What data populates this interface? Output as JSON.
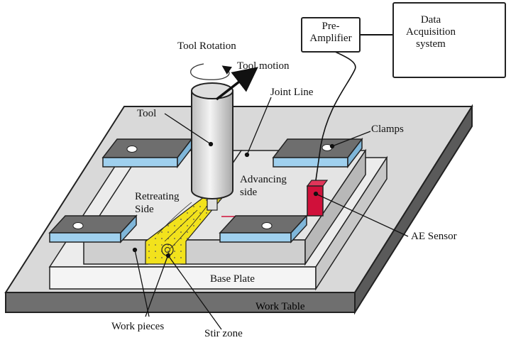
{
  "labels": {
    "tool_rotation": "Tool Rotation",
    "tool_motion": "Tool motion",
    "joint_line": "Joint Line",
    "tool": "Tool",
    "clamps": "Clamps",
    "advancing_side_1": "Advancing",
    "advancing_side_2": "side",
    "retreating_side_1": "Retreating",
    "retreating_side_2": "Side",
    "ae_sensor": "AE Sensor",
    "base_plate": "Base Plate",
    "work_table": "Work Table",
    "work_pieces": "Work pieces",
    "stir_zone": "Stir zone",
    "pre_amplifier_1": "Pre-",
    "pre_amplifier_2": "Amplifier",
    "daq_1": "Data",
    "daq_2": "Acquisition",
    "daq_3": "system"
  },
  "colors": {
    "table_top": "#d9d9d9",
    "table_side": "#6f6f6f",
    "base_plate": "#f2f2f2",
    "workpiece_top": "#e8e8e8",
    "workpiece_side": "#cfcfcf",
    "clamp_top": "#6e6e6e",
    "clamp_side": "#9fd0ee",
    "stir_zone": "#f2e21c",
    "sensor": "#d0103a",
    "scope_screen": "#f8ef5a"
  }
}
